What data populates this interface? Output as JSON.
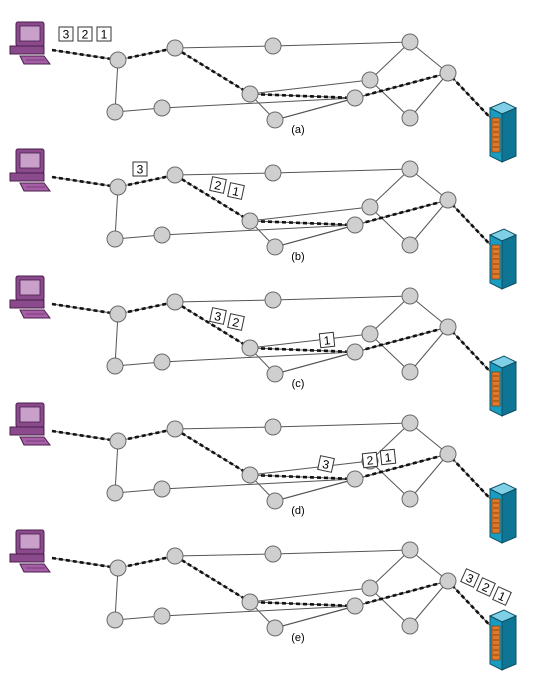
{
  "colors": {
    "node_fill": "#cfcfcf",
    "computer": "#8b4a8c",
    "server": "#1a9cc0",
    "server_panel": "#e07a2a"
  },
  "icons": [
    "desktop-computer-icon",
    "server-rack-icon"
  ],
  "panels": [
    {
      "label": "(a)",
      "packets_at_host": [
        "3",
        "2",
        "1"
      ],
      "packets_mid": [],
      "packets_mid2": [],
      "packets_at_server": []
    },
    {
      "label": "(b)",
      "packets_at_host": [
        "3"
      ],
      "packets_mid": [
        "2",
        "1"
      ],
      "packets_mid2": [],
      "packets_at_server": []
    },
    {
      "label": "(c)",
      "packets_at_host": [],
      "packets_mid": [
        "3",
        "2"
      ],
      "packets_mid2": [
        "1"
      ],
      "packets_at_server": []
    },
    {
      "label": "(d)",
      "packets_at_host": [],
      "packets_mid": [
        "3"
      ],
      "packets_mid2": [
        "2",
        "1"
      ],
      "packets_at_server": []
    },
    {
      "label": "(e)",
      "packets_at_host": [],
      "packets_mid": [],
      "packets_mid2": [],
      "packets_at_server": [
        "3",
        "2",
        "1"
      ]
    }
  ]
}
